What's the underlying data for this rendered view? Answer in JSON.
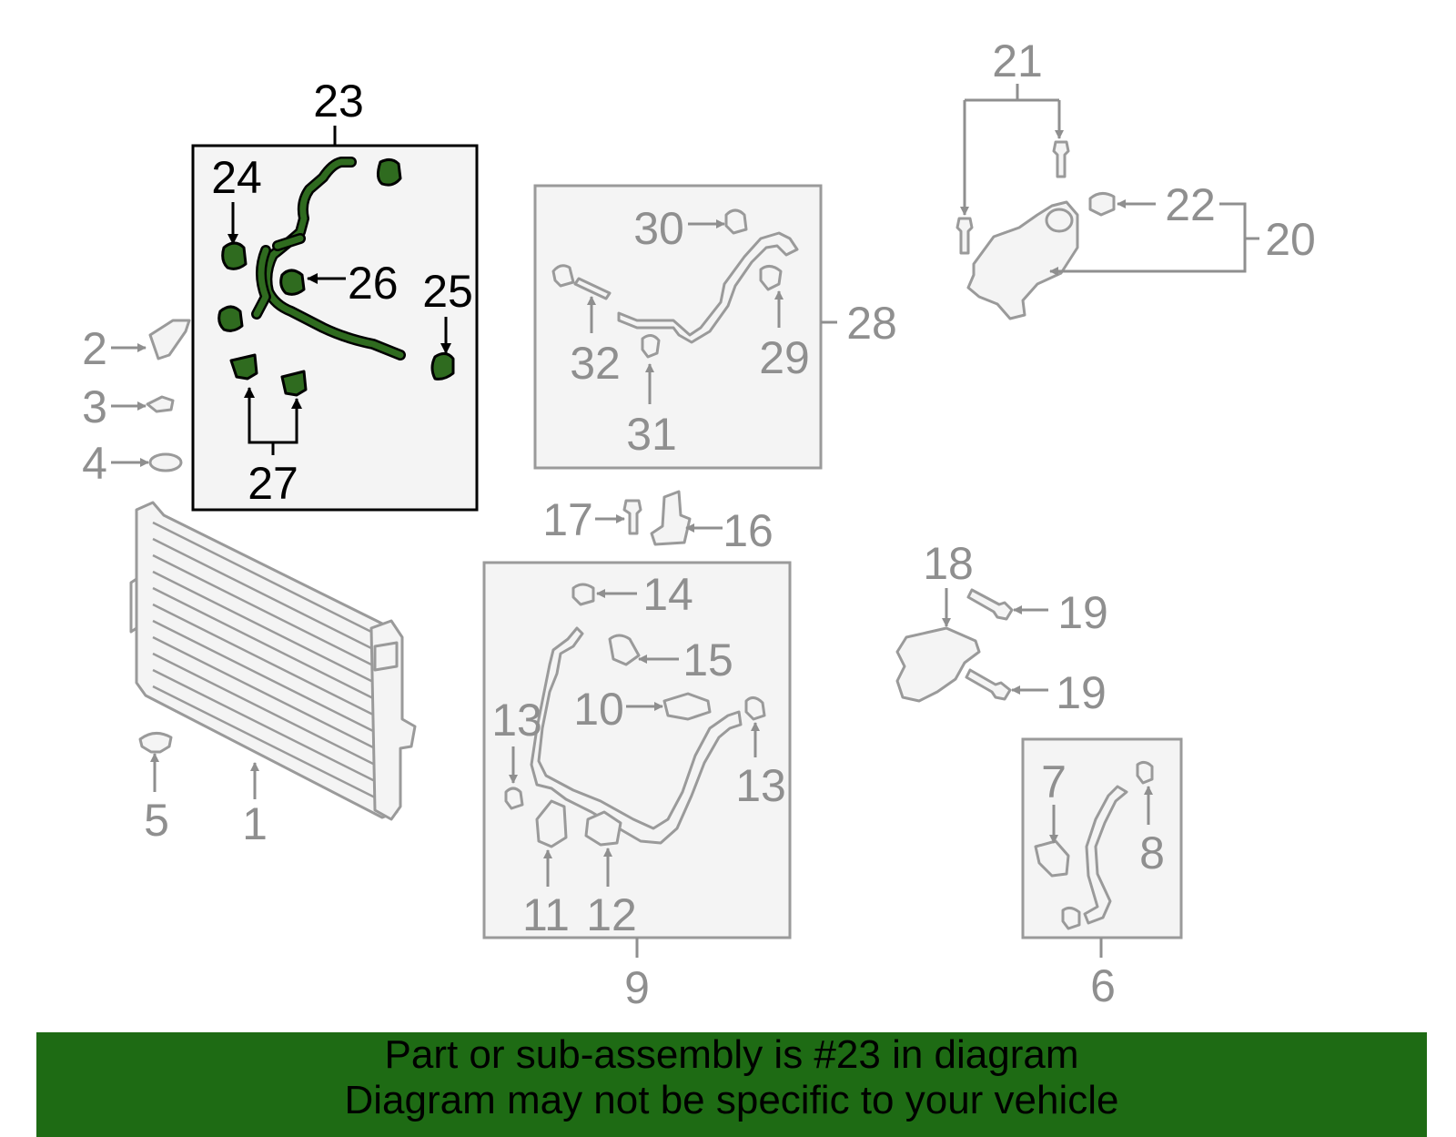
{
  "colors": {
    "highlight_part": "#2f6b1f",
    "banner_background": "#1e6b14",
    "callout_gray": "#8f8f8f",
    "callout_black": "#000000",
    "box_fill": "#f4f4f4"
  },
  "callouts": {
    "c1": "1",
    "c2": "2",
    "c3": "3",
    "c4": "4",
    "c5": "5",
    "c6": "6",
    "c7": "7",
    "c8": "8",
    "c9": "9",
    "c10": "10",
    "c11": "11",
    "c12": "12",
    "c13a": "13",
    "c13b": "13",
    "c14": "14",
    "c15": "15",
    "c16": "16",
    "c17": "17",
    "c18": "18",
    "c19a": "19",
    "c19b": "19",
    "c20": "20",
    "c21": "21",
    "c22": "22",
    "c23": "23",
    "c24": "24",
    "c25": "25",
    "c26": "26",
    "c27": "27",
    "c28": "28",
    "c29": "29",
    "c30": "30",
    "c31": "31",
    "c32": "32"
  },
  "banner": {
    "line1": "Part or sub-assembly is #23 in diagram",
    "line2": "Diagram may not be specific to your vehicle"
  }
}
